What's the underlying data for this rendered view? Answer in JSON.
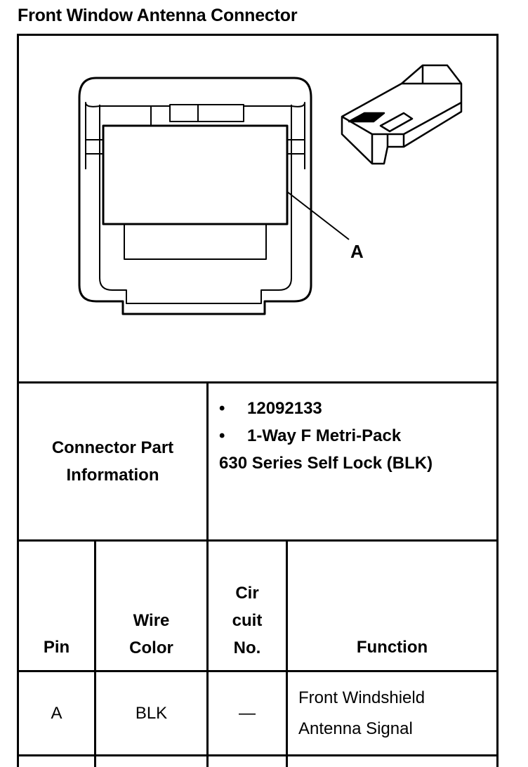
{
  "title": "Front Window Antenna Connector",
  "diagram": {
    "callout_label": "A",
    "connector_face_icon": "connector-face-drawing",
    "connector_body_icon": "connector-isometric-drawing"
  },
  "part_info": {
    "label_line1": "Connector Part",
    "label_line2": "Information",
    "bullets": [
      "12092133",
      "1-Way F Metri-Pack"
    ],
    "continuation": "630 Series Self Lock (BLK)",
    "bullet_glyph": "•"
  },
  "table": {
    "headers": {
      "pin": "Pin",
      "wire_color_1": "Wire",
      "wire_color_2": "Color",
      "circuit_1": "Cir",
      "circuit_2": "cuit",
      "circuit_3": "No.",
      "function": "Function"
    },
    "rows": [
      {
        "pin": "A",
        "wire_color": "BLK",
        "circuit": "—",
        "function_1": "Front Windshield",
        "function_2": "Antenna Signal"
      }
    ]
  }
}
